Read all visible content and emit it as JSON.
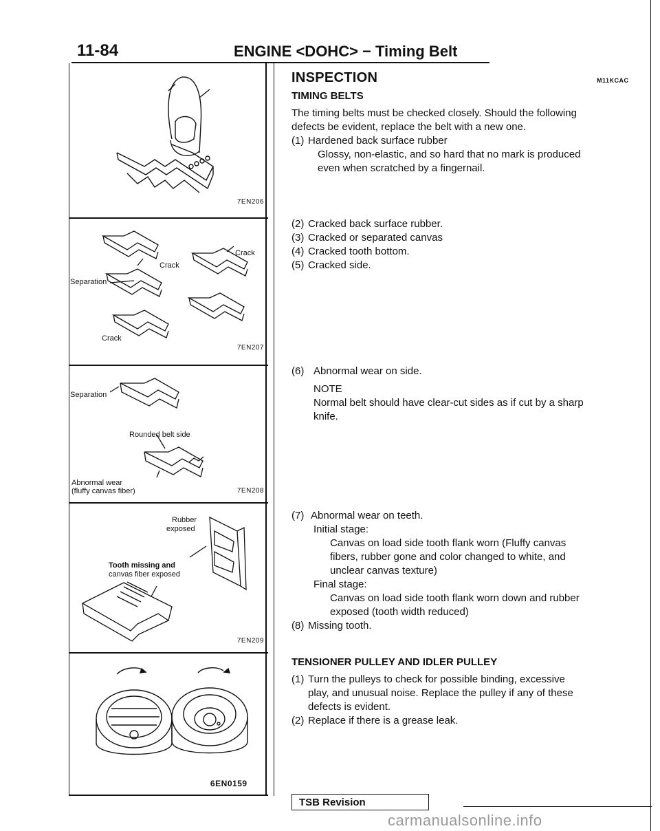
{
  "header": {
    "page_number": "11-84",
    "title": "ENGINE <DOHC> − Timing Belt"
  },
  "figures": {
    "fig1": {
      "code": "7EN206"
    },
    "fig2": {
      "code": "7EN207",
      "labels": {
        "crack1": "Crack",
        "crack2": "Crack",
        "separation": "Separation",
        "crack3": "Crack"
      }
    },
    "fig3": {
      "code": "7EN208",
      "labels": {
        "separation": "Separation",
        "rounded": "Rounded belt side",
        "abnormal": "Abnormal wear",
        "fluffy": "(fluffy canvas fiber)"
      }
    },
    "fig4": {
      "code": "7EN209",
      "labels": {
        "rubber1": "Rubber",
        "rubber2": "exposed",
        "tooth1": "Tooth missing and",
        "tooth2": "canvas fiber exposed"
      }
    },
    "fig5": {
      "code": "6EN0159"
    }
  },
  "inspection": {
    "heading": "INSPECTION",
    "code": "M11KCAC",
    "timing_belts": {
      "heading": "TIMING BELTS",
      "intro_1": "The timing belts must be checked closely. Should the following",
      "intro_2": "defects be evident, replace the belt with a new one.",
      "item1": {
        "num": "(1)",
        "text": "Hardened back surface rubber",
        "desc1": "Glossy, non-elastic, and so hard that no mark is produced",
        "desc2": "even when scratched by a fingernail."
      },
      "item2": {
        "num": "(2)",
        "text": "Cracked back surface rubber."
      },
      "item3": {
        "num": "(3)",
        "text": "Cracked or separated canvas"
      },
      "item4": {
        "num": "(4)",
        "text": "Cracked tooth bottom."
      },
      "item5": {
        "num": "(5)",
        "text": "Cracked side."
      },
      "item6": {
        "num": "(6)",
        "text": "Abnormal wear on side.",
        "note": "NOTE",
        "note1": "Normal belt should have clear-cut sides as if cut by a sharp",
        "note2": "knife."
      },
      "item7": {
        "num": "(7)",
        "text": "Abnormal wear on teeth.",
        "initial": "Initial stage:",
        "initial1": "Canvas on load side tooth flank worn (Fluffy canvas",
        "initial2": "fibers, rubber gone and color changed to white, and",
        "initial3": "unclear canvas texture)",
        "final": "Final stage:",
        "final1": "Canvas on load side tooth flank worn down and rubber",
        "final2": "exposed (tooth width reduced)"
      },
      "item8": {
        "num": "(8)",
        "text": "Missing tooth."
      }
    },
    "tensioner": {
      "heading": "TENSIONER PULLEY AND IDLER PULLEY",
      "item1": {
        "num": "(1)",
        "l1": "Turn the pulleys to check for possible binding, excessive",
        "l2": "play, and unusual noise. Replace the pulley if any of these",
        "l3": "defects is evident."
      },
      "item2": {
        "num": "(2)",
        "text": "Replace if there is a grease leak."
      }
    }
  },
  "footer": {
    "tsb": "TSB Revision",
    "watermark": "carmanualsonline.info"
  }
}
